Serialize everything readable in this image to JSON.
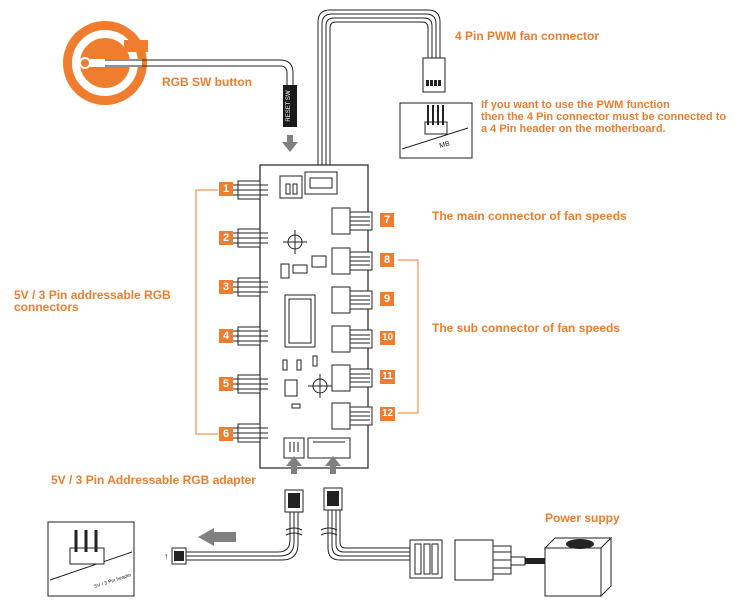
{
  "labels": {
    "rgb_sw_button": "RGB SW button",
    "pwm_connector": "4 Pin PWM fan connector",
    "pwm_note_1": "If you want to use the PWM function",
    "pwm_note_2": "then the 4 Pin connector must be connected to",
    "pwm_note_3": "a 4 Pin header on the motherboard.",
    "main_connector": "The main connector of fan speeds",
    "sub_connector": "The sub connector of fan speeds",
    "rgb_connectors_1": "5V / 3 Pin addressable RGB",
    "rgb_connectors_2": "connectors",
    "rgb_adapter": "5V / 3 Pin Addressable RGB adapter",
    "power_supply": "Power suppy",
    "reset_sw": "RESET SW",
    "mb": "MB",
    "argb_header": "5V / 3 Pin header"
  },
  "rgb_ports": [
    "1",
    "2",
    "3",
    "4",
    "5",
    "6"
  ],
  "fan_ports": [
    "7",
    "8",
    "9",
    "10",
    "11",
    "12"
  ],
  "colors": {
    "accent": "#ef7d2d",
    "line": "#222222",
    "arrow": "#808080"
  },
  "icons": {
    "logo": "power-logo-icon"
  }
}
